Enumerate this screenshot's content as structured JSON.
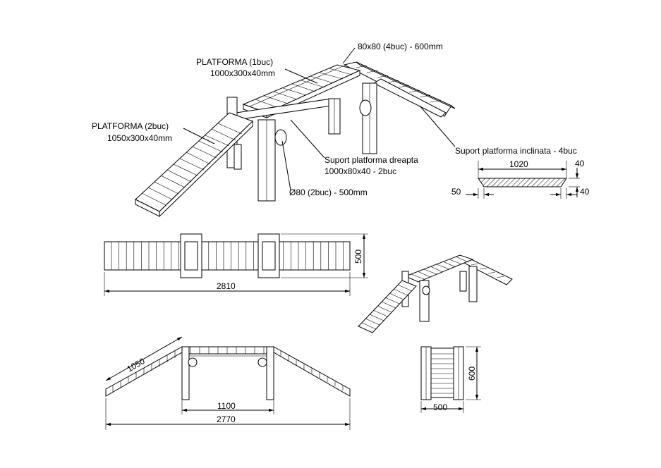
{
  "labels": {
    "top_platform_title": "PLATFORMA (1buc)",
    "top_platform_size": "1000x300x40mm",
    "posts": "80x80 (4buc) - 600mm",
    "ramp_platform_title": "PLATFORMA (2buc)",
    "ramp_platform_size": "1050x300x40mm",
    "straight_support_title": "Suport platforma dreapta",
    "straight_support_size": "1000x80x40 - 2buc",
    "inclined_support": "Suport platforma inclinata - 4buc",
    "round_bar": "Ø80 (2buc) - 500mm"
  },
  "dimensions": {
    "support_length": "1020",
    "support_thickness": "40",
    "support_offset_left": "50",
    "support_offset_right": "40",
    "plan_total_length": "2810",
    "plan_width": "500",
    "side_ramp_length": "1050",
    "side_platform_length": "1100",
    "side_total_length": "2770",
    "end_width": "500",
    "end_height": "600"
  }
}
